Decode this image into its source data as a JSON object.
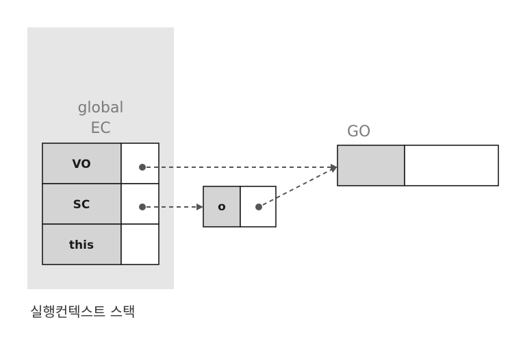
{
  "stack": {
    "label": "실행컨텍스트 스택",
    "ec_title_line1": "global",
    "ec_title_line2": "EC",
    "rows": [
      {
        "label": "VO",
        "color": "#e0312b"
      },
      {
        "label": "SC",
        "color": "#1a1a1a"
      },
      {
        "label": "this",
        "color": "#1a1a1a"
      }
    ]
  },
  "scope_object": {
    "label": "o"
  },
  "global_object": {
    "label": "GO"
  },
  "colors": {
    "stack_background": "#e6e6e6",
    "cell_gray": "#d4d4d4",
    "arrow": "#555555",
    "highlight": "#e0312b"
  }
}
